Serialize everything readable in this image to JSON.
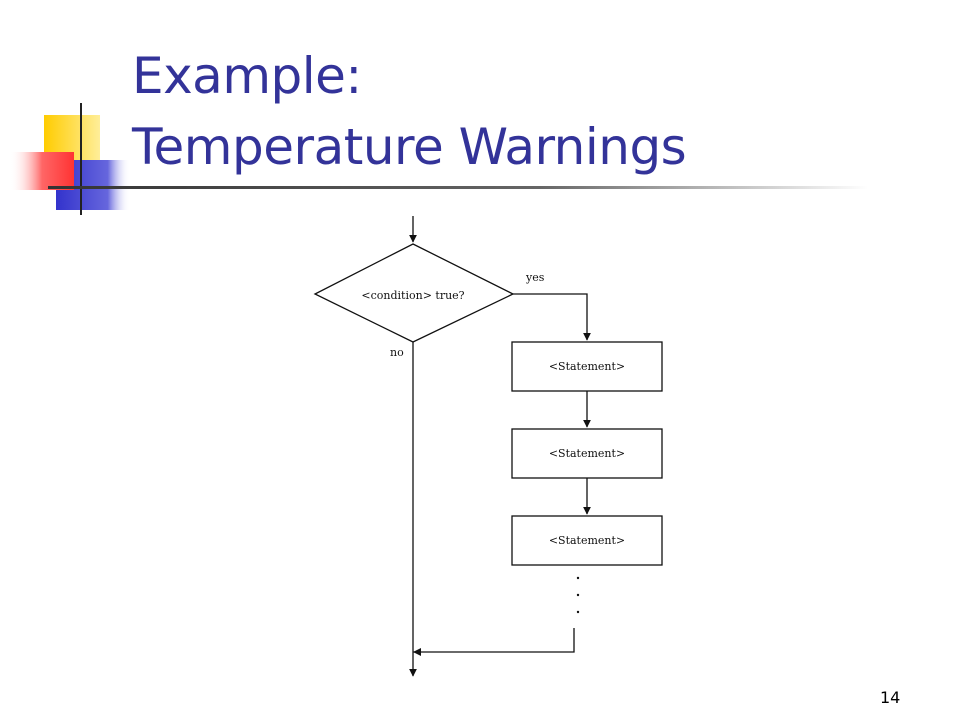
{
  "slide": {
    "title_line1": "Example:",
    "title_line2": "Temperature Warnings",
    "number": "14"
  },
  "flowchart": {
    "decision": "<condition> true?",
    "yes_label": "yes",
    "no_label": "no",
    "statements": [
      "<Statement>",
      "<Statement>",
      "<Statement>"
    ],
    "continuation": "."
  },
  "colors": {
    "title": "#333399",
    "logo_yellow": "#FFCC00",
    "logo_blue": "#3333CC",
    "logo_red": "#FF3333"
  }
}
